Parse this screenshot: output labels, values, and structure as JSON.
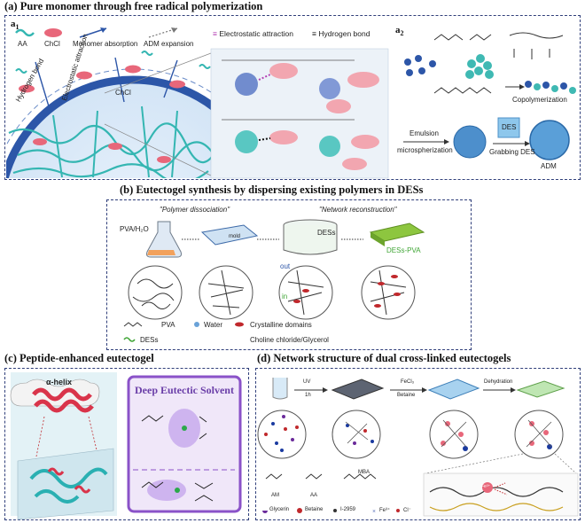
{
  "sections": {
    "a": {
      "title": "(a) Pure monomer through free radical polymerization",
      "a1": {
        "label": "a",
        "label_sub": "1",
        "legend": {
          "aa": "AA",
          "chcl": "ChCl",
          "monomer_absorption": "Monomer absorption",
          "adm_expansion": "ADM expansion",
          "electrostatic_attraction": "Electrostatic attraction",
          "hydrogen_bond": "Hydrogen bond"
        },
        "sphere_labels": {
          "hydrogen_bond": "Hydrogen bond",
          "electrostatic_attraction": "Electrostatic attraction",
          "chcl": "ChCl"
        }
      },
      "a2": {
        "label": "a",
        "label_sub": "2",
        "copolymerization": "Copolymerization",
        "emulsion": "Emulsion",
        "microspherization": "microspherization",
        "grabbing_des": "Grabbing DES",
        "des": "DES",
        "adm": "ADM"
      }
    },
    "b": {
      "title": "(b) Eutectogel synthesis by dispersing existing polymers in DESs",
      "step1": "\"Polymer dissociation\"",
      "step2": "\"Network reconstruction\"",
      "pva_h2o": "PVA/H₂O",
      "mold": "mold",
      "dess": "DESs",
      "dess_pva": "DESs-PVA",
      "out": "out",
      "in": "in",
      "legend": {
        "pva": "PVA",
        "water": "Water",
        "crystalline": "Crystalline domains",
        "dess": "DESs",
        "choline": "Choline chloride/Glycerol"
      }
    },
    "c": {
      "title": "(c) Peptide-enhanced eutectogel",
      "alpha_helix": "α-helix",
      "des_title": "Deep Eutectic Solvent"
    },
    "d": {
      "title": "(d) Network structure of dual cross-linked eutectogels",
      "uv": "UV",
      "uv_time": "1h",
      "fecl3": "FeCl₃",
      "betaine": "Betaine",
      "dehydration": "Dehydration",
      "legend": {
        "am": "AM",
        "aa": "AA",
        "mba": "MBA",
        "glycerin": "Glycerin",
        "betaine": "Betaine",
        "i2959": "I-2959",
        "fe": "Fe³⁺",
        "cl": "Cl⁻",
        "fe_center": "Fe³⁺"
      }
    }
  },
  "colors": {
    "frame_dash": "#2f3e7a",
    "teal": "#34b6b2",
    "navy": "#2d56a8",
    "pink": "#e8677a",
    "purple": "#8a52c8",
    "red_domain": "#c0282c"
  }
}
